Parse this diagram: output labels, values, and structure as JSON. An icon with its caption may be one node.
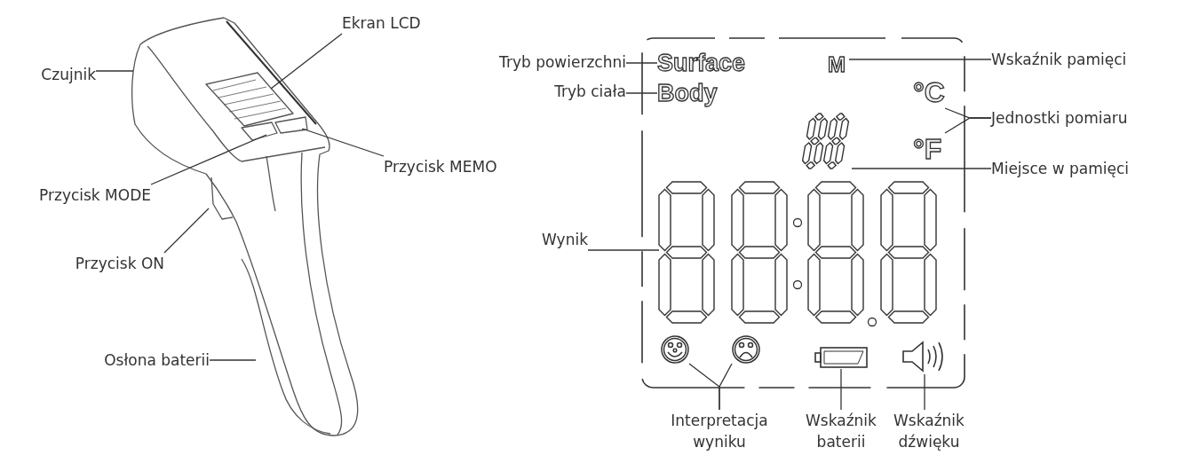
{
  "diagram": {
    "nodes": [
      {
        "text": [
          "Czujnik"
        ]
      },
      {
        "text": [
          "Ekran LCD"
        ]
      },
      {
        "text": [
          "Przycisk MODE"
        ]
      },
      {
        "text": [
          "Przycisk ON"
        ]
      },
      {
        "text": [
          "Osłona baterii"
        ]
      },
      {
        "text": [
          "Przycisk MEMO"
        ]
      },
      {
        "text": [
          "Tryb powierzchni"
        ]
      },
      {
        "text": [
          "Tryb ciała"
        ]
      },
      {
        "text": [],
        "shape": "box"
      },
      {
        "text": [
          "Surface"
        ],
        "in": 8
      },
      {
        "text": [
          "Body"
        ],
        "in": 8
      },
      {
        "text": [
          "M"
        ],
        "in": 8
      },
      {
        "text": [
          "°C"
        ],
        "in": 8
      },
      {
        "text": [
          "°F"
        ],
        "in": 8
      },
      {
        "text": [],
        "shape": "digits",
        "in": 8
      },
      {
        "text": [],
        "shape": "digits",
        "in": 8
      },
      {
        "text": [],
        "shape": "face",
        "in": 8
      },
      {
        "text": [],
        "shape": "face",
        "in": 8
      },
      {
        "text": [],
        "shape": "battery",
        "in": 8
      },
      {
        "text": [],
        "shape": "speaker",
        "in": 8
      },
      {
        "text": [
          "Wskaźnik pamięci"
        ]
      },
      {
        "text": [
          "Jednostki pomiaru"
        ]
      },
      {
        "text": [
          "Miejsce w pamięci"
        ]
      },
      {
        "text": [
          "Wynik"
        ]
      },
      {
        "text": [
          "Interpretacja wyniku"
        ]
      },
      {
        "text": [
          "Wskaźnik baterii"
        ]
      },
      {
        "text": [
          "Wskaźnik dźwięku"
        ]
      }
    ],
    "edges": [
      {
        "from": 0,
        "to": null,
        "arrow": "none"
      },
      {
        "from": 1,
        "to": null,
        "arrow": "none"
      },
      {
        "from": 2,
        "to": null,
        "arrow": "none"
      },
      {
        "from": 3,
        "to": null,
        "arrow": "none"
      },
      {
        "from": 4,
        "to": null,
        "arrow": "none"
      },
      {
        "from": 5,
        "to": null,
        "arrow": "none"
      },
      {
        "from": 6,
        "to": 9,
        "arrow": "none"
      },
      {
        "from": 7,
        "to": 10,
        "arrow": "none"
      },
      {
        "from": 20,
        "to": 11,
        "arrow": "none"
      },
      {
        "from": 21,
        "to": 12,
        "arrow": "none"
      },
      {
        "from": 21,
        "to": 13,
        "arrow": "none"
      },
      {
        "from": 22,
        "to": 14,
        "arrow": "none"
      },
      {
        "from": 23,
        "to": 15,
        "arrow": "none"
      },
      {
        "from": 24,
        "to": 16,
        "arrow": "none"
      },
      {
        "from": 24,
        "to": 17,
        "arrow": "none"
      },
      {
        "from": 25,
        "to": 18,
        "arrow": "none"
      },
      {
        "from": 26,
        "to": 19,
        "arrow": "none"
      }
    ]
  }
}
